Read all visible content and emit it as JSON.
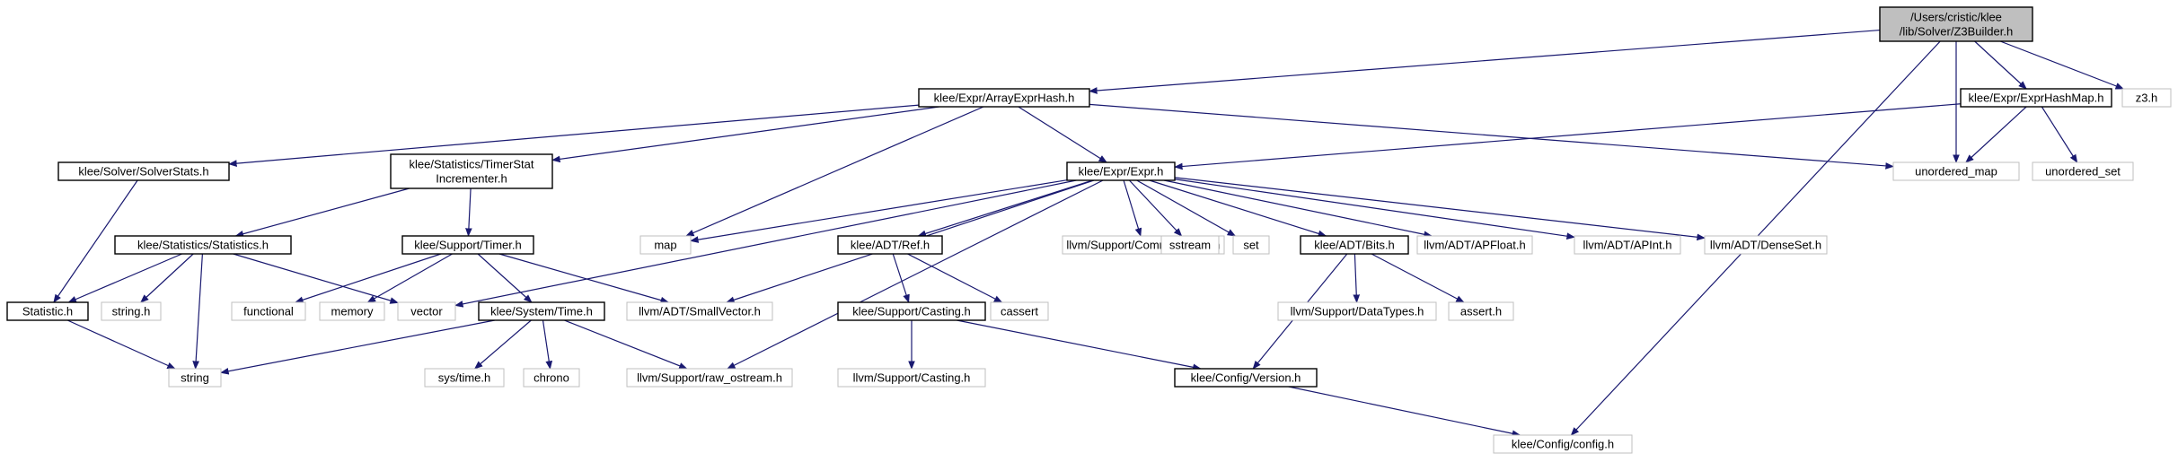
{
  "diagram": {
    "arrow_color": "#191970",
    "nodes": [
      {
        "id": "root",
        "lines": [
          "/Users/cristic/klee",
          "/lib/Solver/Z3Builder.h"
        ],
        "kind": "root"
      },
      {
        "id": "arrayexprhash",
        "lines": [
          "klee/Expr/ArrayExprHash.h"
        ],
        "kind": "local"
      },
      {
        "id": "exprhashmap",
        "lines": [
          "klee/Expr/ExprHashMap.h"
        ],
        "kind": "local"
      },
      {
        "id": "z3h",
        "lines": [
          "z3.h"
        ],
        "kind": "ext"
      },
      {
        "id": "solverstats",
        "lines": [
          "klee/Solver/SolverStats.h"
        ],
        "kind": "local"
      },
      {
        "id": "timerstat",
        "lines": [
          "klee/Statistics/TimerStat",
          "Incrementer.h"
        ],
        "kind": "local"
      },
      {
        "id": "expr",
        "lines": [
          "klee/Expr/Expr.h"
        ],
        "kind": "local"
      },
      {
        "id": "unordered_map",
        "lines": [
          "unordered_map"
        ],
        "kind": "ext"
      },
      {
        "id": "unordered_set",
        "lines": [
          "unordered_set"
        ],
        "kind": "ext"
      },
      {
        "id": "statistics",
        "lines": [
          "klee/Statistics/Statistics.h"
        ],
        "kind": "local"
      },
      {
        "id": "timer",
        "lines": [
          "klee/Support/Timer.h"
        ],
        "kind": "local"
      },
      {
        "id": "map",
        "lines": [
          "map"
        ],
        "kind": "ext"
      },
      {
        "id": "ref",
        "lines": [
          "klee/ADT/Ref.h"
        ],
        "kind": "local"
      },
      {
        "id": "commandline",
        "lines": [
          "llvm/Support/CommandLine.h"
        ],
        "kind": "ext"
      },
      {
        "id": "sstream",
        "lines": [
          "sstream"
        ],
        "kind": "ext"
      },
      {
        "id": "set",
        "lines": [
          "set"
        ],
        "kind": "ext"
      },
      {
        "id": "bits",
        "lines": [
          "klee/ADT/Bits.h"
        ],
        "kind": "local"
      },
      {
        "id": "apfloat",
        "lines": [
          "llvm/ADT/APFloat.h"
        ],
        "kind": "ext"
      },
      {
        "id": "apint",
        "lines": [
          "llvm/ADT/APInt.h"
        ],
        "kind": "ext"
      },
      {
        "id": "denseset",
        "lines": [
          "llvm/ADT/DenseSet.h"
        ],
        "kind": "ext"
      },
      {
        "id": "statistic",
        "lines": [
          "Statistic.h"
        ],
        "kind": "local"
      },
      {
        "id": "stringh",
        "lines": [
          "string.h"
        ],
        "kind": "ext"
      },
      {
        "id": "functional",
        "lines": [
          "functional"
        ],
        "kind": "ext"
      },
      {
        "id": "memory",
        "lines": [
          "memory"
        ],
        "kind": "ext"
      },
      {
        "id": "vector",
        "lines": [
          "vector"
        ],
        "kind": "ext"
      },
      {
        "id": "systime",
        "lines": [
          "klee/System/Time.h"
        ],
        "kind": "local"
      },
      {
        "id": "smallvector",
        "lines": [
          "llvm/ADT/SmallVector.h"
        ],
        "kind": "ext"
      },
      {
        "id": "casting",
        "lines": [
          "klee/Support/Casting.h"
        ],
        "kind": "local"
      },
      {
        "id": "cassert",
        "lines": [
          "cassert"
        ],
        "kind": "ext"
      },
      {
        "id": "datatypes",
        "lines": [
          "llvm/Support/DataTypes.h"
        ],
        "kind": "ext"
      },
      {
        "id": "asserth",
        "lines": [
          "assert.h"
        ],
        "kind": "ext"
      },
      {
        "id": "string",
        "lines": [
          "string"
        ],
        "kind": "ext"
      },
      {
        "id": "sys_time",
        "lines": [
          "sys/time.h"
        ],
        "kind": "ext"
      },
      {
        "id": "chrono",
        "lines": [
          "chrono"
        ],
        "kind": "ext"
      },
      {
        "id": "raw_ostream",
        "lines": [
          "llvm/Support/raw_ostream.h"
        ],
        "kind": "ext"
      },
      {
        "id": "llvmcasting",
        "lines": [
          "llvm/Support/Casting.h"
        ],
        "kind": "ext"
      },
      {
        "id": "version",
        "lines": [
          "klee/Config/Version.h"
        ],
        "kind": "local"
      },
      {
        "id": "config",
        "lines": [
          "klee/Config/config.h"
        ],
        "kind": "ext"
      }
    ],
    "edges": [
      [
        "root",
        "arrayexprhash"
      ],
      [
        "root",
        "exprhashmap"
      ],
      [
        "root",
        "z3h"
      ],
      [
        "root",
        "unordered_map"
      ],
      [
        "root",
        "config"
      ],
      [
        "arrayexprhash",
        "solverstats"
      ],
      [
        "arrayexprhash",
        "timerstat"
      ],
      [
        "arrayexprhash",
        "expr"
      ],
      [
        "arrayexprhash",
        "map"
      ],
      [
        "arrayexprhash",
        "unordered_map"
      ],
      [
        "exprhashmap",
        "expr"
      ],
      [
        "exprhashmap",
        "unordered_map"
      ],
      [
        "exprhashmap",
        "unordered_set"
      ],
      [
        "solverstats",
        "statistic"
      ],
      [
        "timerstat",
        "statistics"
      ],
      [
        "timerstat",
        "timer"
      ],
      [
        "statistics",
        "statistic"
      ],
      [
        "statistics",
        "stringh"
      ],
      [
        "statistics",
        "string"
      ],
      [
        "statistics",
        "vector"
      ],
      [
        "timer",
        "functional"
      ],
      [
        "timer",
        "memory"
      ],
      [
        "timer",
        "systime"
      ],
      [
        "timer",
        "smallvector"
      ],
      [
        "expr",
        "map"
      ],
      [
        "expr",
        "vector"
      ],
      [
        "expr",
        "smallvector"
      ],
      [
        "expr",
        "raw_ostream"
      ],
      [
        "expr",
        "ref"
      ],
      [
        "expr",
        "commandline"
      ],
      [
        "expr",
        "sstream"
      ],
      [
        "expr",
        "set"
      ],
      [
        "expr",
        "bits"
      ],
      [
        "expr",
        "apfloat"
      ],
      [
        "expr",
        "apint"
      ],
      [
        "expr",
        "denseset"
      ],
      [
        "statistic",
        "string"
      ],
      [
        "systime",
        "string"
      ],
      [
        "systime",
        "sys_time"
      ],
      [
        "systime",
        "chrono"
      ],
      [
        "systime",
        "raw_ostream"
      ],
      [
        "ref",
        "casting"
      ],
      [
        "ref",
        "cassert"
      ],
      [
        "casting",
        "llvmcasting"
      ],
      [
        "casting",
        "version"
      ],
      [
        "bits",
        "version"
      ],
      [
        "bits",
        "datatypes"
      ],
      [
        "bits",
        "asserth"
      ],
      [
        "version",
        "config"
      ]
    ]
  }
}
